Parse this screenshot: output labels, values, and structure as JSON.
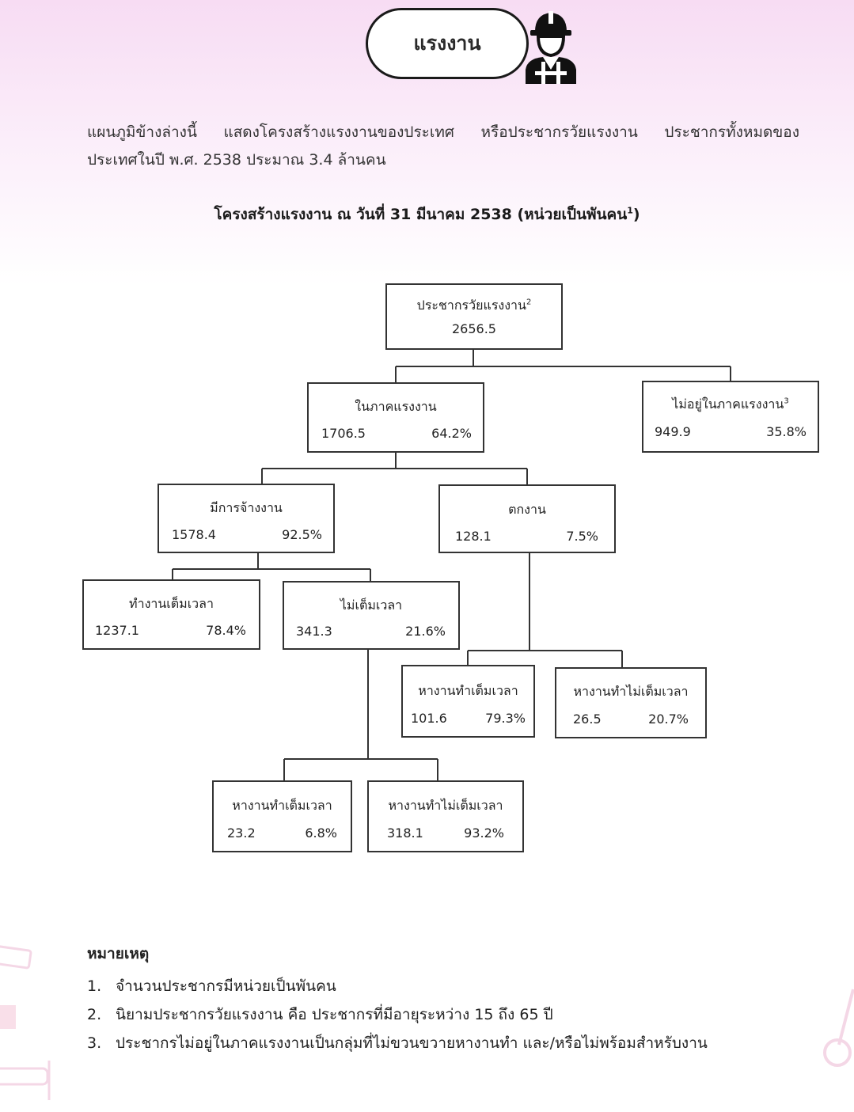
{
  "header": {
    "title": "แรงงาน"
  },
  "intro": {
    "line1": "แผนภูมิข้างล่างนี้ แสดงโครงสร้างแรงงานของประเทศ หรือประชากรวัยแรงงาน ประชากรทั้งหมดของ",
    "line2": "ประเทศในปี พ.ศ. 2538 ประมาณ 3.4 ล้านคน"
  },
  "chart_title": {
    "text": "โครงสร้างแรงงาน ณ วันที่ 31 มีนาคม 2538 (หน่วยเป็นพันคน",
    "sup": "1",
    "close": ")"
  },
  "tree": {
    "root": {
      "label": "ประชากรวัยแรงงาน",
      "sup": "2",
      "value": "2656.5"
    },
    "in_labour": {
      "label": "ในภาคแรงงาน",
      "value": "1706.5",
      "pct": "64.2%"
    },
    "not_in_labour": {
      "label": "ไม่อยู่ในภาคแรงงาน",
      "sup": "3",
      "value": "949.9",
      "pct": "35.8%"
    },
    "employed": {
      "label": "มีการจ้างงาน",
      "value": "1578.4",
      "pct": "92.5%"
    },
    "unemployed": {
      "label": "ตกงาน",
      "value": "128.1",
      "pct": "7.5%"
    },
    "full_time": {
      "label": "ทำงานเต็มเวลา",
      "value": "1237.1",
      "pct": "78.4%"
    },
    "part_time": {
      "label": "ไม่เต็มเวลา",
      "value": "341.3",
      "pct": "21.6%"
    },
    "unemp_seek_full": {
      "label": "หางานทำเต็มเวลา",
      "value": "101.6",
      "pct": "79.3%"
    },
    "unemp_seek_part": {
      "label": "หางานทำไม่เต็มเวลา",
      "value": "26.5",
      "pct": "20.7%"
    },
    "part_seek_full": {
      "label": "หางานทำเต็มเวลา",
      "value": "23.2",
      "pct": "6.8%"
    },
    "part_seek_part": {
      "label": "หางานทำไม่เต็มเวลา",
      "value": "318.1",
      "pct": "93.2%"
    }
  },
  "notes": {
    "title": "หมายเหตุ",
    "items": [
      {
        "num": "1.",
        "text": "จำนวนประชากรมีหน่วยเป็นพันคน"
      },
      {
        "num": "2.",
        "text": "นิยามประชากรวัยแรงงาน คือ ประชากรที่มีอายุระหว่าง 15 ถึง 65 ปี"
      },
      {
        "num": "3.",
        "text": "ประชากรไม่อยู่ในภาคแรงงานเป็นกลุ่มที่ไม่ขวนขวายหางานทำ และ/หรือไม่พร้อมสำหรับงาน"
      }
    ]
  },
  "icons": [
    "worker-icon"
  ],
  "colors": {
    "header_gradient": "#f7dcf3",
    "line": "#333333"
  }
}
